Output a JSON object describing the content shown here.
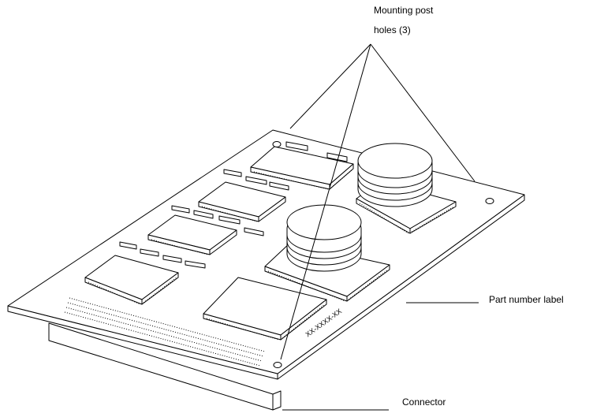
{
  "callouts": {
    "mounting_post_holes": {
      "line1": "Mounting post",
      "line2": "holes (3)"
    },
    "part_number_label": "Part number label",
    "connector": "Connector"
  },
  "board": {
    "part_number_text": "XX-XXXX-XX"
  },
  "colors": {
    "stroke": "#000000",
    "fill": "#ffffff"
  }
}
